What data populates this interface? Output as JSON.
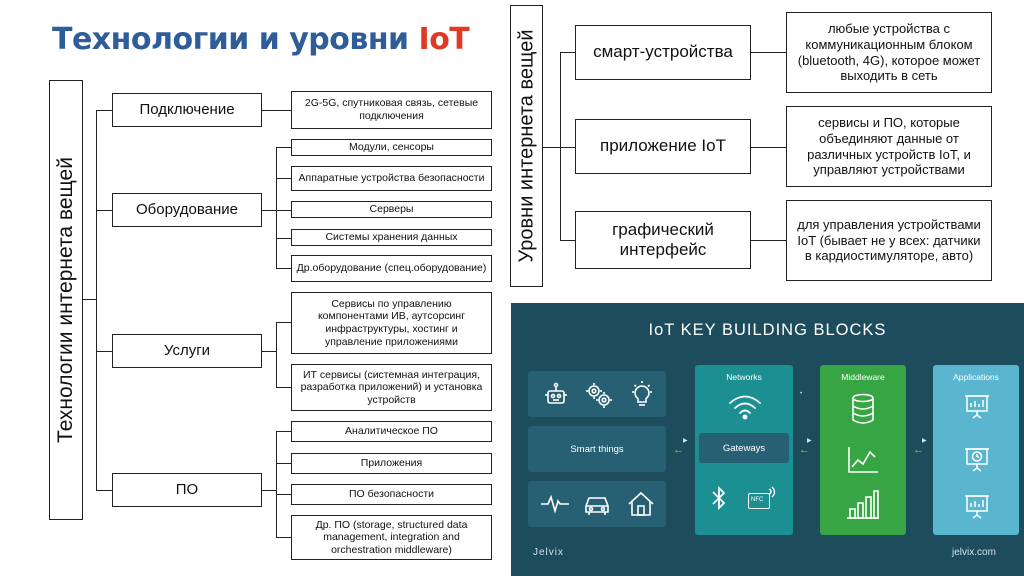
{
  "title": {
    "part1": "Технологии и уровни ",
    "part2": "IoT"
  },
  "left_tree": {
    "root_label": "Технологии интернета вещей",
    "categories": [
      {
        "label": "Подключение",
        "items": [
          "2G-5G, спутниковая связь, сетевые подключения"
        ]
      },
      {
        "label": "Оборудование",
        "items": [
          "Модули, сенсоры",
          "Аппаратные устройства безопасности",
          "Серверы",
          "Системы хранения данных",
          "Др.оборудование (спец.оборудование)"
        ]
      },
      {
        "label": "Услуги",
        "items": [
          "Сервисы по управлению компонентами ИВ, аутсорсинг инфраструктуры, хостинг и управление приложениями",
          "ИТ сервисы (системная интеграция, разработка приложений) и установка устройств"
        ]
      },
      {
        "label": "ПО",
        "items": [
          "Аналитическое ПО",
          "Приложения",
          "ПО безопасности",
          "Др. ПО (storage, structured data management, integration and orchestration middleware)"
        ]
      }
    ]
  },
  "levels": {
    "root_label": "Уровни интернета вещей",
    "items": [
      {
        "label": "смарт-устройства",
        "desc": "любые устройства с коммуникационным блоком (bluetooth, 4G), которое может выходить в сеть"
      },
      {
        "label": "приложение IoT",
        "desc": "сервисы и ПО, которые объединяют данные от различных устройств IoT, и управляют устройствами"
      },
      {
        "label": "графический интерфейс",
        "desc": "для управления устройствами IoT (бывает не у всех: датчики в кардиостимуляторе, авто)"
      }
    ]
  },
  "iot_panel": {
    "title": "IoT KEY BUILDING BLOCKS",
    "smart_things": "Smart things",
    "networks": "Networks",
    "gateways": "Gateways",
    "middleware": "Middleware",
    "applications": "Applications",
    "nfc": "NFC",
    "brand_left": "Jelvix",
    "brand_right": "jelvix.com",
    "colors": {
      "background": "#1d4c5c",
      "tile_dark": "#266072",
      "networks": "#1b8f92",
      "middleware": "#37a544",
      "applications": "#5ab5cf",
      "arrow": "#8fdc52"
    },
    "icons": [
      "robot-icon",
      "gears-icon",
      "lightbulb-icon",
      "heartbeat-icon",
      "car-icon",
      "home-icon",
      "wifi-icon",
      "bluetooth-icon",
      "nfc-icon",
      "database-icon",
      "line-chart-icon",
      "bar-chart-icon",
      "presentation-chart-icon",
      "presentation-clock-icon",
      "presentation-chart-icon"
    ]
  }
}
